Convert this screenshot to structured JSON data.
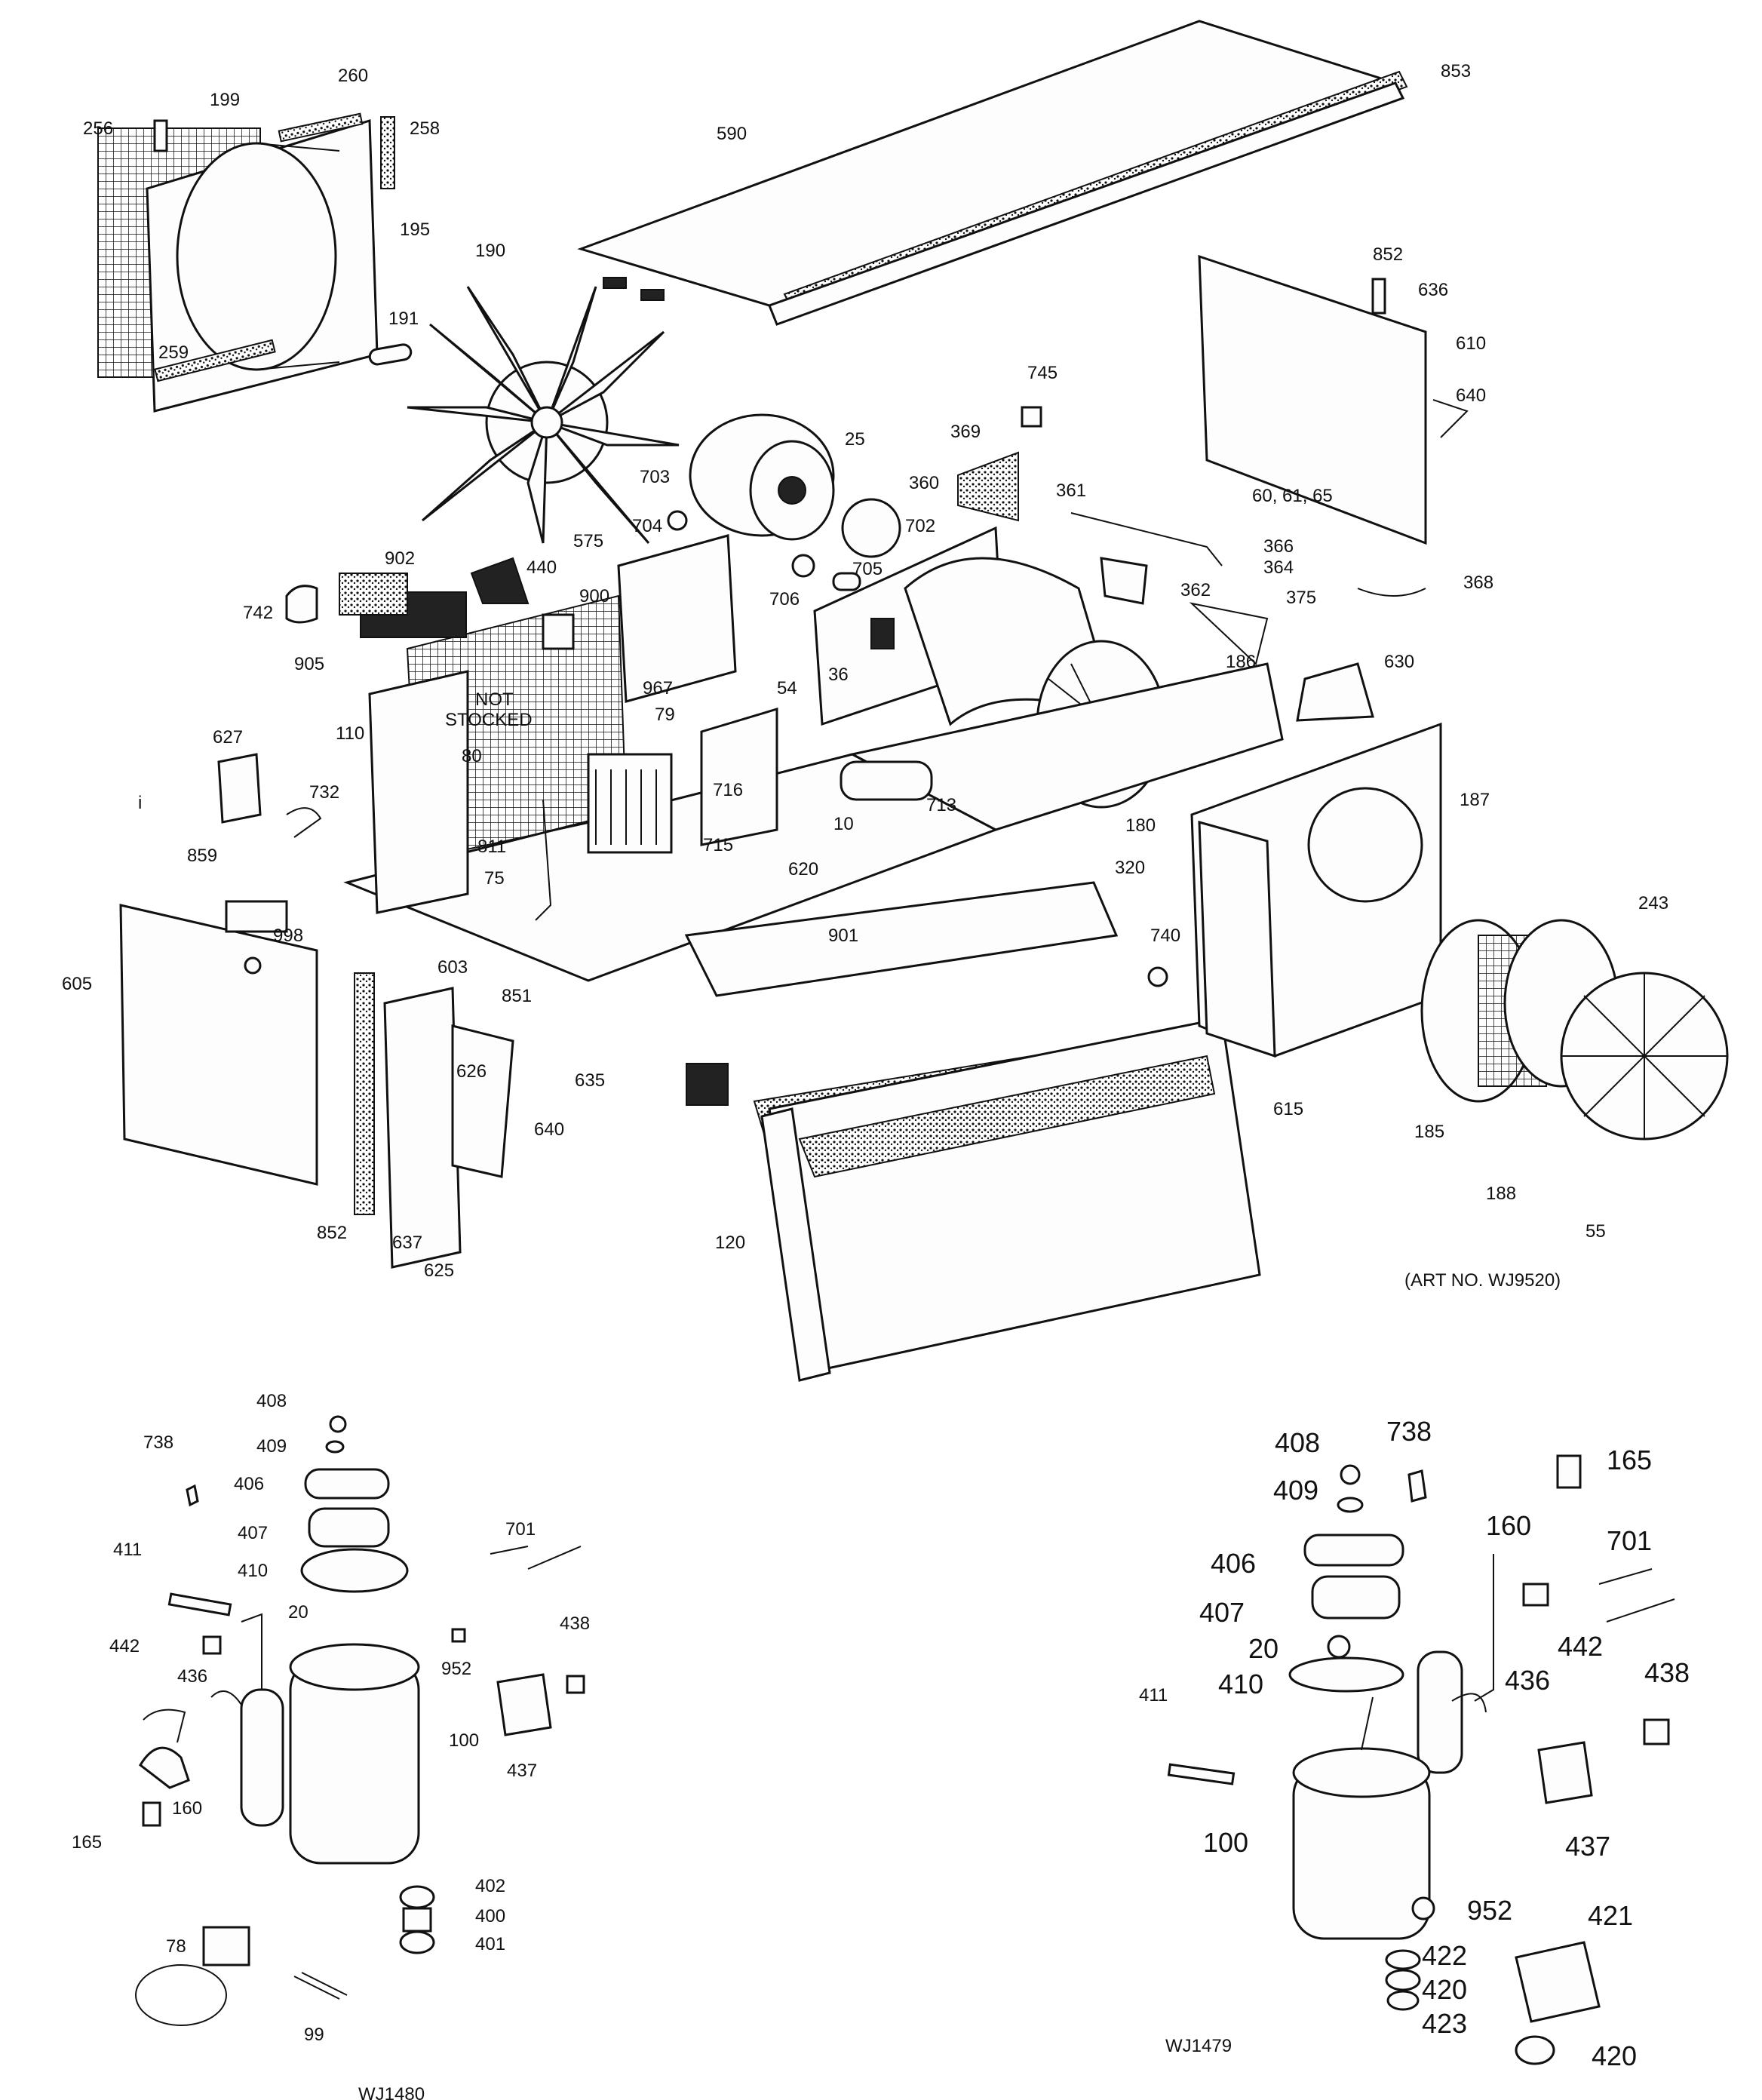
{
  "main_view": {
    "labels": [
      {
        "text": "256"
      },
      {
        "text": "199"
      },
      {
        "text": "260"
      },
      {
        "text": "258"
      },
      {
        "text": "195"
      },
      {
        "text": "259"
      },
      {
        "text": "190"
      },
      {
        "text": "191"
      },
      {
        "text": "590"
      },
      {
        "text": "853"
      },
      {
        "text": "852"
      },
      {
        "text": "636"
      },
      {
        "text": "610"
      },
      {
        "text": "640"
      },
      {
        "text": "745"
      },
      {
        "text": "369"
      },
      {
        "text": "360"
      },
      {
        "text": "25"
      },
      {
        "text": "703"
      },
      {
        "text": "704"
      },
      {
        "text": "702"
      },
      {
        "text": "361"
      },
      {
        "text": "366"
      },
      {
        "text": "364"
      },
      {
        "text": "60, 61, 65"
      },
      {
        "text": "368"
      },
      {
        "text": "362"
      },
      {
        "text": "375"
      },
      {
        "text": "575"
      },
      {
        "text": "706"
      },
      {
        "text": "705"
      },
      {
        "text": "440"
      },
      {
        "text": "902"
      },
      {
        "text": "742"
      },
      {
        "text": "900"
      },
      {
        "text": "905"
      },
      {
        "text": "36"
      },
      {
        "text": "186"
      },
      {
        "text": "630"
      },
      {
        "text": "967"
      },
      {
        "text": "54"
      },
      {
        "text": "79"
      },
      {
        "text": "NOT"
      },
      {
        "text": "STOCKED"
      },
      {
        "text": "110"
      },
      {
        "text": "627"
      },
      {
        "text": "80"
      },
      {
        "text": "732"
      },
      {
        "text": "716"
      },
      {
        "text": "713"
      },
      {
        "text": "10"
      },
      {
        "text": "180"
      },
      {
        "text": "187"
      },
      {
        "text": "859"
      },
      {
        "text": "811"
      },
      {
        "text": "75"
      },
      {
        "text": "715"
      },
      {
        "text": "620"
      },
      {
        "text": "320"
      },
      {
        "text": "243"
      },
      {
        "text": "998"
      },
      {
        "text": "901"
      },
      {
        "text": "740"
      },
      {
        "text": "605"
      },
      {
        "text": "603"
      },
      {
        "text": "851"
      },
      {
        "text": "185"
      },
      {
        "text": "626"
      },
      {
        "text": "635"
      },
      {
        "text": "640"
      },
      {
        "text": "615"
      },
      {
        "text": "188"
      },
      {
        "text": "55"
      },
      {
        "text": "852"
      },
      {
        "text": "637"
      },
      {
        "text": "625"
      },
      {
        "text": "120"
      },
      {
        "text": "i"
      }
    ],
    "art_number": "(ART NO. WJ9520)"
  },
  "compressor_view_left": {
    "labels": [
      {
        "text": "408"
      },
      {
        "text": "409"
      },
      {
        "text": "738"
      },
      {
        "text": "406"
      },
      {
        "text": "407"
      },
      {
        "text": "701"
      },
      {
        "text": "411"
      },
      {
        "text": "410"
      },
      {
        "text": "20"
      },
      {
        "text": "438"
      },
      {
        "text": "442"
      },
      {
        "text": "952"
      },
      {
        "text": "436"
      },
      {
        "text": "100"
      },
      {
        "text": "437"
      },
      {
        "text": "160"
      },
      {
        "text": "165"
      },
      {
        "text": "402"
      },
      {
        "text": "400"
      },
      {
        "text": "401"
      },
      {
        "text": "78"
      },
      {
        "text": "99"
      }
    ],
    "art_number": "WJ1480"
  },
  "compressor_view_right": {
    "labels": [
      {
        "text": "408"
      },
      {
        "text": "738"
      },
      {
        "text": "165"
      },
      {
        "text": "409"
      },
      {
        "text": "160"
      },
      {
        "text": "701"
      },
      {
        "text": "406"
      },
      {
        "text": "407"
      },
      {
        "text": "442"
      },
      {
        "text": "20"
      },
      {
        "text": "436"
      },
      {
        "text": "438"
      },
      {
        "text": "410"
      },
      {
        "text": "411"
      },
      {
        "text": "437"
      },
      {
        "text": "100"
      },
      {
        "text": "952"
      },
      {
        "text": "421"
      },
      {
        "text": "422"
      },
      {
        "text": "420"
      },
      {
        "text": "423"
      },
      {
        "text": "420"
      }
    ],
    "art_number": "WJ1479"
  }
}
